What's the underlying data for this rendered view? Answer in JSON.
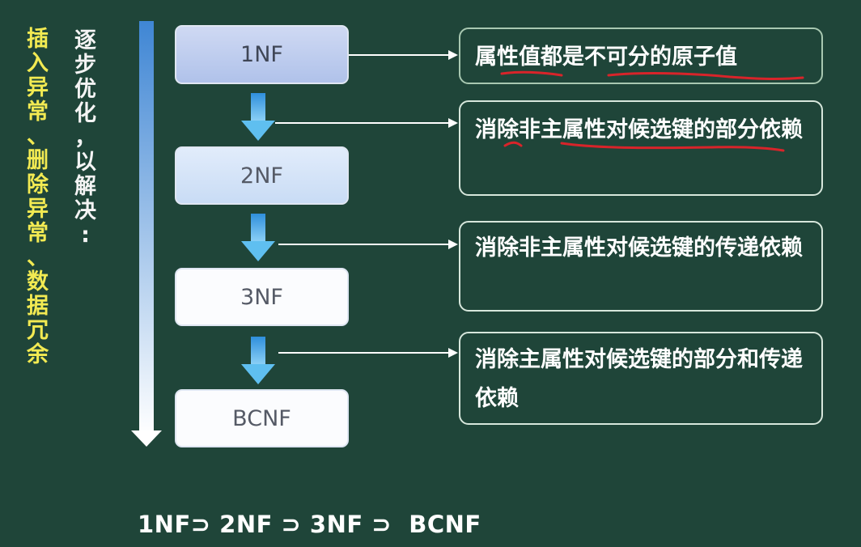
{
  "side_labels": {
    "problems": "插入异常、删除异常、数据冗余",
    "process": "逐步优化，以解决:"
  },
  "normal_forms": [
    {
      "name": "1NF",
      "description": "属性值都是不可分的原子值"
    },
    {
      "name": "2NF",
      "description": "消除非主属性对候选键的部分依赖"
    },
    {
      "name": "3NF",
      "description": "消除非主属性对候选键的传递依赖"
    },
    {
      "name": "BCNF",
      "description": "消除主属性对候选键的部分和传递依赖"
    }
  ],
  "footer": "1NF⊃ 2NF ⊃ 3NF ⊃  BCNF",
  "colors": {
    "background": "#1f4539",
    "yellow_text": "#f2ea52",
    "arrow_blue": "#4aa8e8",
    "annotation_red": "#d8242a"
  }
}
